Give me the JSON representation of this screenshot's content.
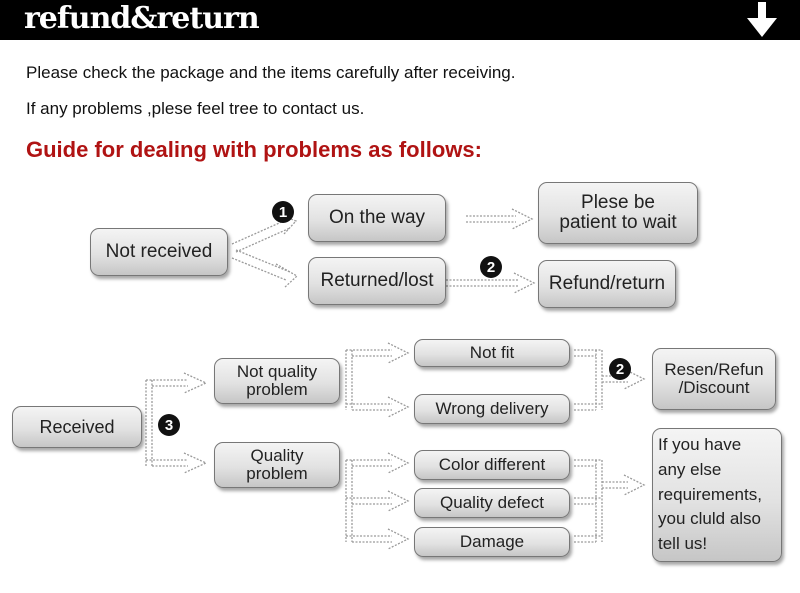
{
  "header": {
    "title": "refund&return",
    "arrow_icon": "down-arrow-icon"
  },
  "intro": {
    "line1": "Please check the package and the items carefully after receiving.",
    "line2": "If any problems ,plese feel tree to contact us."
  },
  "guide_title": "Guide for dealing with problems as follows:",
  "colors": {
    "guide_title": "#b01313",
    "header_bg": "#000000"
  },
  "flow1": {
    "start": "Not received",
    "on_the_way": "On the way",
    "wait_line1": "Plese be",
    "wait_line2": "patient to wait",
    "returned_lost": "Returned/lost",
    "refund_return": "Refund/return",
    "badge_1": "1",
    "badge_2": "2"
  },
  "flow2": {
    "start": "Received",
    "badge_3": "3",
    "not_quality_line1": "Not quality",
    "not_quality_line2": "problem",
    "quality_line1": "Quality",
    "quality_line2": "problem",
    "not_fit": "Not fit",
    "wrong_delivery": "Wrong delivery",
    "color_different": "Color different",
    "quality_defect": "Quality defect",
    "damage": "Damage",
    "badge_2": "2",
    "resend_line1": "Resen/Refun",
    "resend_line2": "/Discount",
    "else_lines": [
      "If you have",
      "any else",
      "requirements,",
      "you cluld also",
      "tell us!"
    ]
  }
}
